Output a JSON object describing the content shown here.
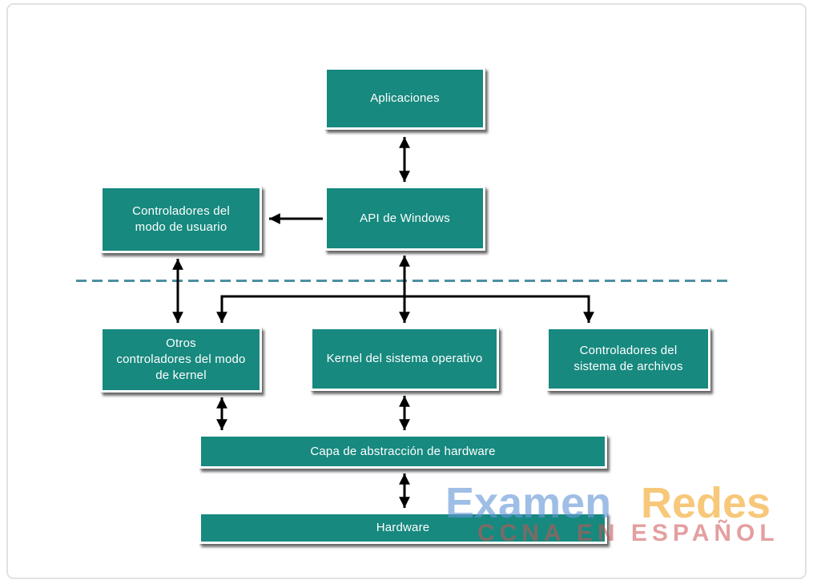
{
  "diagram": {
    "title_implicit": "Arquitectura del sistema operativo Windows",
    "boxes": [
      {
        "id": "aplicaciones",
        "label": "Aplicaciones"
      },
      {
        "id": "api-windows",
        "label": "API de Windows"
      },
      {
        "id": "controladores-modo-usuario",
        "label": "Controladores del\nmodo de usuario"
      },
      {
        "id": "otros-controladores-modo-kernel",
        "label": "Otros\ncontroladores del modo\nde kernel"
      },
      {
        "id": "kernel-sistema-operativo",
        "label": "Kernel del sistema operativo"
      },
      {
        "id": "controladores-sistema-archivos",
        "label": "Controladores del\nsistema de archivos"
      },
      {
        "id": "capa-abstraccion-hardware",
        "label": "Capa de abstracción de hardware"
      },
      {
        "id": "hardware",
        "label": "Hardware"
      }
    ],
    "divider": {
      "style": "dashed",
      "color": "#4d8fa0"
    },
    "colors": {
      "box_fill": "#17897f",
      "box_border": "#ffffff",
      "box_text": "#ffffff",
      "arrow": "#000000",
      "page_border": "#e2e2e2"
    }
  },
  "watermark": {
    "word1": "Examen",
    "word2": "Redes",
    "subtitle": "CCNA EN ESPAÑOL",
    "word1_color": "#a4c0e9",
    "word2_color": "#f7d18b",
    "subtitle_color": "#e8a9a9"
  }
}
